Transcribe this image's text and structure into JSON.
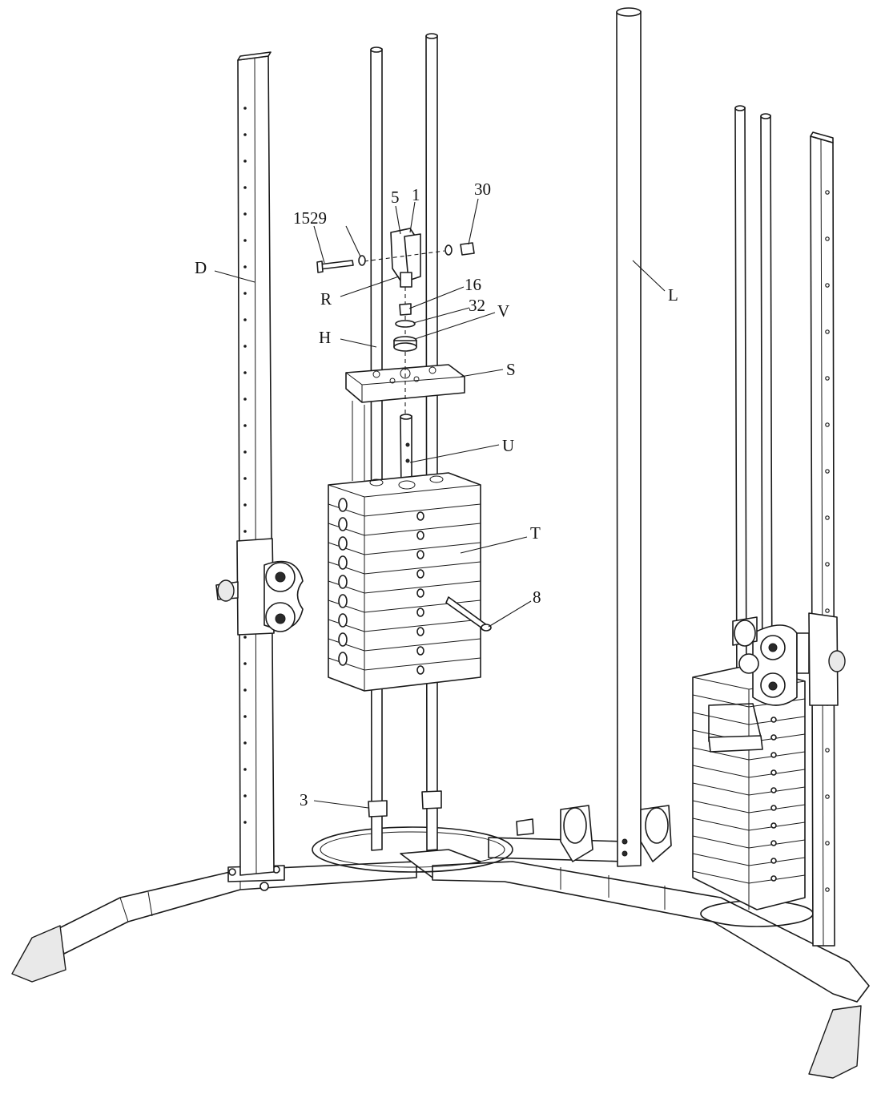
{
  "callouts": {
    "D": "D",
    "1529": "1529",
    "5": "5",
    "1": "1",
    "30": "30",
    "R": "R",
    "16": "16",
    "32": "32",
    "V": "V",
    "H": "H",
    "S": "S",
    "U": "U",
    "L": "L",
    "T": "T",
    "8": "8",
    "3": "3"
  }
}
